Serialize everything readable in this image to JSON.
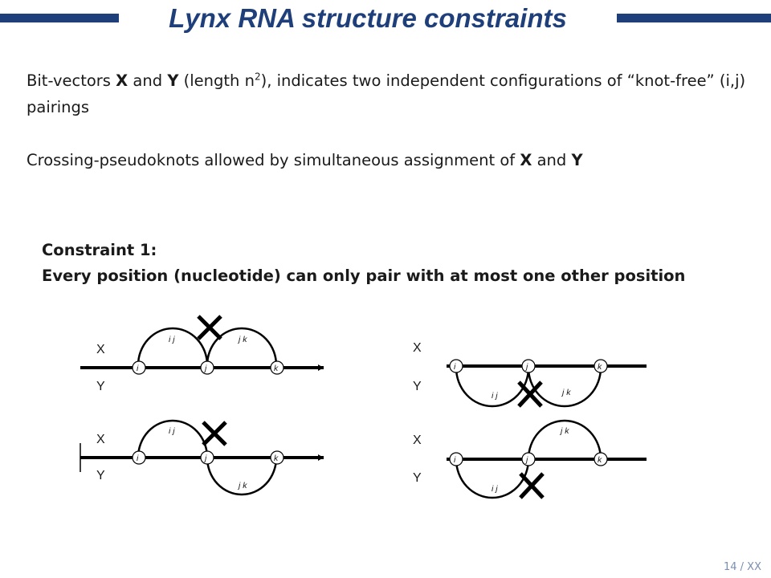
{
  "slide": {
    "title": "Lynx RNA structure constraints",
    "page_number": "14 / XX"
  },
  "body": {
    "p1_text_a": "Bit-vectors ",
    "p1_bold_x": "X",
    "p1_text_b": " and ",
    "p1_bold_y": "Y",
    "p1_text_c": " (length n",
    "p1_sup": "2",
    "p1_text_d": "), indicates two independent configurations of “knot-free” (i,j) pairings",
    "p2_text_a": "Crossing-pseudoknots allowed by simultaneous assignment of ",
    "p2_bold_x": "X",
    "p2_text_b": " and ",
    "p2_bold_y": "Y"
  },
  "constraint": {
    "heading": "Constraint 1:",
    "text": "Every position (nucleotide) can only pair with at most one other position"
  },
  "diagrams": {
    "row_x_label": "X",
    "row_y_label": "Y",
    "node_i": "i",
    "node_j": "j",
    "node_k": "k",
    "arc_ij": "i j",
    "arc_jk": "j k"
  },
  "colors": {
    "accent": "#1f3f7a",
    "page_number": "#7a8fb0",
    "diagram_stroke": "#000000"
  }
}
